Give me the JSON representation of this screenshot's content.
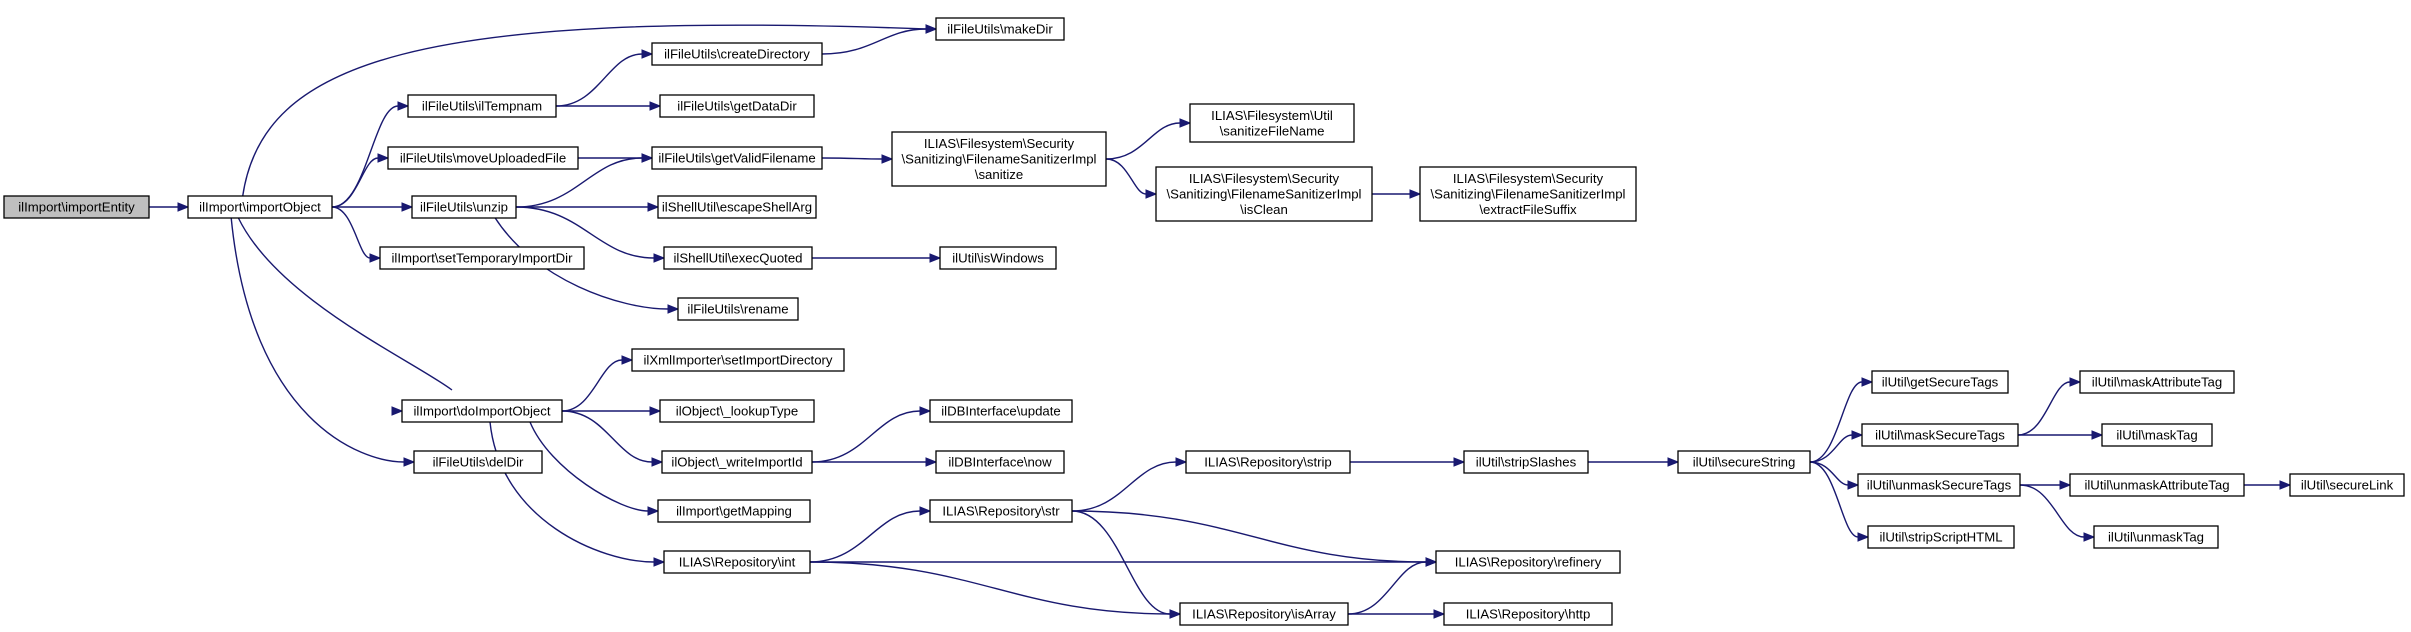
{
  "graph": {
    "nodes": [
      {
        "id": "importEntity",
        "lines": [
          "ilImport\\importEntity"
        ],
        "root": true
      },
      {
        "id": "importObject",
        "lines": [
          "ilImport\\importObject"
        ]
      },
      {
        "id": "makeDir",
        "lines": [
          "ilFileUtils\\makeDir"
        ]
      },
      {
        "id": "createDirectory",
        "lines": [
          "ilFileUtils\\createDirectory"
        ]
      },
      {
        "id": "ilTempnam",
        "lines": [
          "ilFileUtils\\ilTempnam"
        ]
      },
      {
        "id": "getDataDir",
        "lines": [
          "ilFileUtils\\getDataDir"
        ]
      },
      {
        "id": "moveUploadedFile",
        "lines": [
          "ilFileUtils\\moveUploadedFile"
        ]
      },
      {
        "id": "getValidFilename",
        "lines": [
          "ilFileUtils\\getValidFilename"
        ]
      },
      {
        "id": "sanitize",
        "lines": [
          "ILIAS\\Filesystem\\Security",
          "\\Sanitizing\\FilenameSanitizerImpl",
          "\\sanitize"
        ]
      },
      {
        "id": "sanitizeFileName",
        "lines": [
          "ILIAS\\Filesystem\\Util",
          "\\sanitizeFileName"
        ]
      },
      {
        "id": "isClean",
        "lines": [
          "ILIAS\\Filesystem\\Security",
          "\\Sanitizing\\FilenameSanitizerImpl",
          "\\isClean"
        ]
      },
      {
        "id": "extractFileSuffix",
        "lines": [
          "ILIAS\\Filesystem\\Security",
          "\\Sanitizing\\FilenameSanitizerImpl",
          "\\extractFileSuffix"
        ]
      },
      {
        "id": "unzip",
        "lines": [
          "ilFileUtils\\unzip"
        ]
      },
      {
        "id": "escapeShellArg",
        "lines": [
          "ilShellUtil\\escapeShellArg"
        ]
      },
      {
        "id": "execQuoted",
        "lines": [
          "ilShellUtil\\execQuoted"
        ]
      },
      {
        "id": "isWindows",
        "lines": [
          "ilUtil\\isWindows"
        ]
      },
      {
        "id": "rename",
        "lines": [
          "ilFileUtils\\rename"
        ]
      },
      {
        "id": "setTemporaryImportDir",
        "lines": [
          "ilImport\\setTemporaryImportDir"
        ]
      },
      {
        "id": "doImportObject",
        "lines": [
          "ilImport\\doImportObject"
        ]
      },
      {
        "id": "setImportDirectory",
        "lines": [
          "ilXmlImporter\\setImportDirectory"
        ]
      },
      {
        "id": "lookupType",
        "lines": [
          "ilObject\\_lookupType"
        ]
      },
      {
        "id": "writeImportId",
        "lines": [
          "ilObject\\_writeImportId"
        ]
      },
      {
        "id": "dbUpdate",
        "lines": [
          "ilDBInterface\\update"
        ]
      },
      {
        "id": "dbNow",
        "lines": [
          "ilDBInterface\\now"
        ]
      },
      {
        "id": "getMapping",
        "lines": [
          "ilImport\\getMapping"
        ]
      },
      {
        "id": "repoInt",
        "lines": [
          "ILIAS\\Repository\\int"
        ]
      },
      {
        "id": "delDir",
        "lines": [
          "ilFileUtils\\delDir"
        ]
      },
      {
        "id": "repoStr",
        "lines": [
          "ILIAS\\Repository\\str"
        ]
      },
      {
        "id": "repoStrip",
        "lines": [
          "ILIAS\\Repository\\strip"
        ]
      },
      {
        "id": "stripSlashes",
        "lines": [
          "ilUtil\\stripSlashes"
        ]
      },
      {
        "id": "secureString",
        "lines": [
          "ilUtil\\secureString"
        ]
      },
      {
        "id": "getSecureTags",
        "lines": [
          "ilUtil\\getSecureTags"
        ]
      },
      {
        "id": "maskSecureTags",
        "lines": [
          "ilUtil\\maskSecureTags"
        ]
      },
      {
        "id": "maskAttributeTag",
        "lines": [
          "ilUtil\\maskAttributeTag"
        ]
      },
      {
        "id": "maskTag",
        "lines": [
          "ilUtil\\maskTag"
        ]
      },
      {
        "id": "unmaskSecureTags",
        "lines": [
          "ilUtil\\unmaskSecureTags"
        ]
      },
      {
        "id": "unmaskAttributeTag",
        "lines": [
          "ilUtil\\unmaskAttributeTag"
        ]
      },
      {
        "id": "secureLink",
        "lines": [
          "ilUtil\\secureLink"
        ]
      },
      {
        "id": "unmaskTag",
        "lines": [
          "ilUtil\\unmaskTag"
        ]
      },
      {
        "id": "stripScriptHTML",
        "lines": [
          "ilUtil\\stripScriptHTML"
        ]
      },
      {
        "id": "refinery",
        "lines": [
          "ILIAS\\Repository\\refinery"
        ]
      },
      {
        "id": "isArray",
        "lines": [
          "ILIAS\\Repository\\isArray"
        ]
      },
      {
        "id": "http",
        "lines": [
          "ILIAS\\Repository\\http"
        ]
      }
    ],
    "edges": [
      [
        "importEntity",
        "importObject"
      ],
      [
        "importObject",
        "makeDir"
      ],
      [
        "importObject",
        "ilTempnam"
      ],
      [
        "importObject",
        "moveUploadedFile"
      ],
      [
        "importObject",
        "unzip"
      ],
      [
        "importObject",
        "setTemporaryImportDir"
      ],
      [
        "importObject",
        "doImportObject"
      ],
      [
        "importObject",
        "delDir"
      ],
      [
        "ilTempnam",
        "createDirectory"
      ],
      [
        "ilTempnam",
        "getDataDir"
      ],
      [
        "createDirectory",
        "makeDir"
      ],
      [
        "moveUploadedFile",
        "getValidFilename"
      ],
      [
        "getValidFilename",
        "sanitize"
      ],
      [
        "sanitize",
        "sanitizeFileName"
      ],
      [
        "sanitize",
        "isClean"
      ],
      [
        "isClean",
        "extractFileSuffix"
      ],
      [
        "unzip",
        "getValidFilename"
      ],
      [
        "unzip",
        "escapeShellArg"
      ],
      [
        "unzip",
        "execQuoted"
      ],
      [
        "unzip",
        "rename"
      ],
      [
        "execQuoted",
        "isWindows"
      ],
      [
        "doImportObject",
        "setImportDirectory"
      ],
      [
        "doImportObject",
        "lookupType"
      ],
      [
        "doImportObject",
        "writeImportId"
      ],
      [
        "doImportObject",
        "getMapping"
      ],
      [
        "doImportObject",
        "repoInt"
      ],
      [
        "writeImportId",
        "dbUpdate"
      ],
      [
        "writeImportId",
        "dbNow"
      ],
      [
        "repoInt",
        "repoStr"
      ],
      [
        "repoInt",
        "refinery"
      ],
      [
        "repoInt",
        "isArray"
      ],
      [
        "repoStr",
        "repoStrip"
      ],
      [
        "repoStr",
        "refinery"
      ],
      [
        "repoStr",
        "isArray"
      ],
      [
        "repoStrip",
        "stripSlashes"
      ],
      [
        "stripSlashes",
        "secureString"
      ],
      [
        "secureString",
        "getSecureTags"
      ],
      [
        "secureString",
        "maskSecureTags"
      ],
      [
        "secureString",
        "unmaskSecureTags"
      ],
      [
        "secureString",
        "stripScriptHTML"
      ],
      [
        "maskSecureTags",
        "maskAttributeTag"
      ],
      [
        "maskSecureTags",
        "maskTag"
      ],
      [
        "unmaskSecureTags",
        "unmaskAttributeTag"
      ],
      [
        "unmaskSecureTags",
        "unmaskTag"
      ],
      [
        "unmaskAttributeTag",
        "secureLink"
      ],
      [
        "isArray",
        "refinery"
      ],
      [
        "isArray",
        "http"
      ]
    ]
  }
}
